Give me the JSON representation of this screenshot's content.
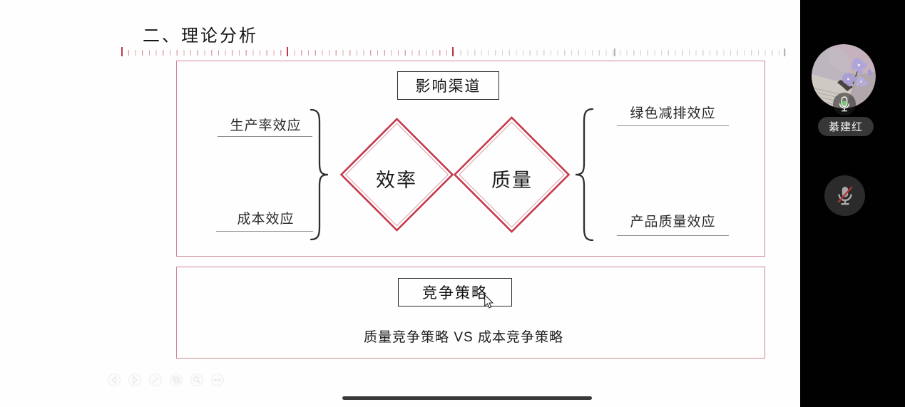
{
  "slide": {
    "title": "二、理论分析",
    "influence_section": {
      "header": "影响渠道",
      "left_effects": [
        "生产率效应",
        "成本效应"
      ],
      "diamond_left": "效率",
      "diamond_right": "质量",
      "right_effects": [
        "绿色减排效应",
        "产品质量效应"
      ]
    },
    "strategy_section": {
      "header": "竞争策略",
      "comparison": "质量竞争策略  VS  成本竞争策略"
    }
  },
  "presentation_controls": {
    "icons": [
      "previous-slide",
      "next-slide",
      "pen",
      "slides-overview",
      "magnifier",
      "more"
    ]
  },
  "participant": {
    "name": "綦建红",
    "avatar_mic_indicator": "active",
    "mic_button_state": "muted"
  },
  "colors": {
    "accent_red": "#c0394a",
    "frame_border_pink": "#cf8894",
    "diamond_outer": "#c43b4e",
    "diamond_inner": "#dd9aa4",
    "mic_level_green": "#6cd06a",
    "mute_slash_red": "#b23434",
    "panel_background": "#010101"
  }
}
